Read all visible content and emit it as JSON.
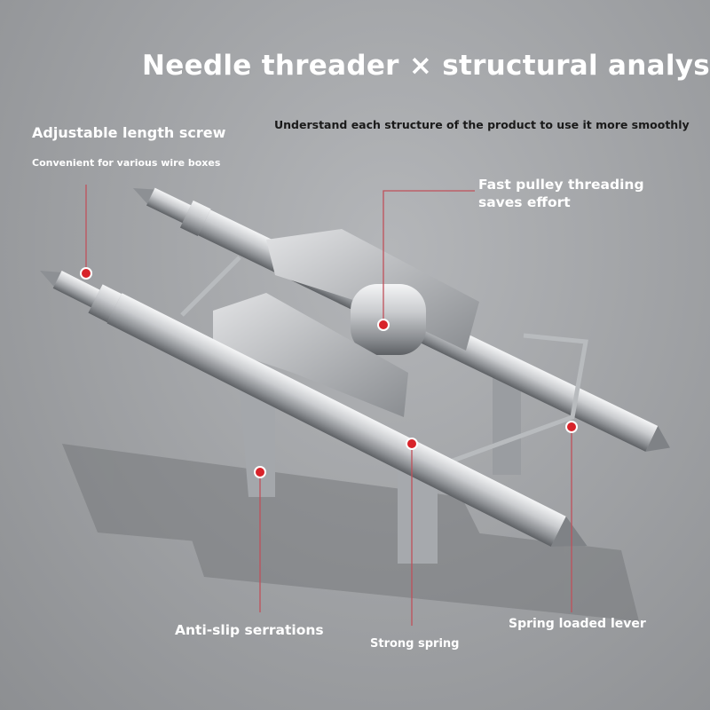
{
  "title": "Needle threader × structural analysis",
  "subtitle": "Understand each structure of the product to use it more smoothly",
  "callouts": {
    "adjustable": {
      "label": "Adjustable length screw",
      "sub": "Convenient for various wire boxes"
    },
    "fast_pulley": {
      "line1": "Fast pulley threading",
      "line2": "saves effort"
    },
    "anti_slip": {
      "label": "Anti-slip serrations"
    },
    "strong_spring": {
      "label": "Strong spring"
    },
    "spring_lever": {
      "label": "Spring loaded lever"
    }
  },
  "colors": {
    "marker": "#d8232a",
    "leader": "#c0505a"
  }
}
